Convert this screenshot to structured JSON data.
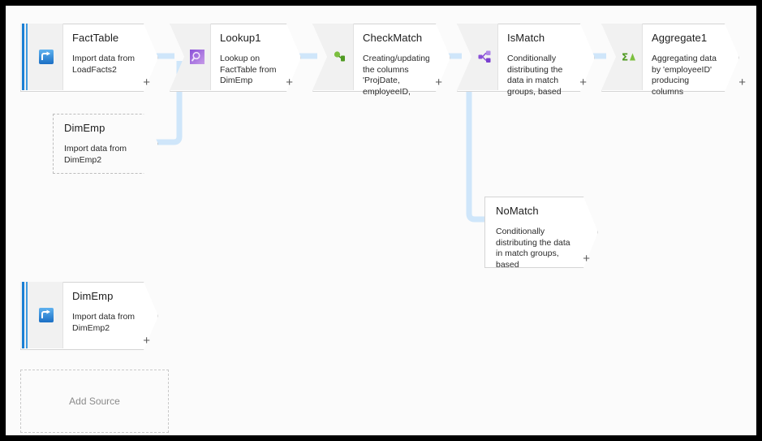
{
  "canvas": {
    "background": "#fbfbfb",
    "frame_color": "#000000",
    "connector_color": "#cfe6fa",
    "source_stripe_color": "#1a7fd4"
  },
  "nodes": [
    {
      "id": "facttable",
      "kind": "source",
      "title": "FactTable",
      "description": "Import data from LoadFacts2",
      "icon": "import-source-icon",
      "plus_label": "+"
    },
    {
      "id": "dimemp-ghost",
      "kind": "reference",
      "title": "DimEmp",
      "description": "Import data from DimEmp2",
      "icon": "none",
      "plus_label": ""
    },
    {
      "id": "lookup1",
      "kind": "transform",
      "title": "Lookup1",
      "description": "Lookup on FactTable from DimEmp",
      "icon": "lookup-icon",
      "plus_label": "+"
    },
    {
      "id": "checkmatch",
      "kind": "transform",
      "title": "CheckMatch",
      "description": "Creating/updating the columns 'ProjDate, employeeID,",
      "icon": "derived-column-icon",
      "plus_label": "+"
    },
    {
      "id": "ismatch",
      "kind": "transform",
      "title": "IsMatch",
      "description": "Conditionally distributing the data in match groups, based",
      "icon": "conditional-split-icon",
      "plus_label": "+"
    },
    {
      "id": "aggregate1",
      "kind": "transform",
      "title": "Aggregate1",
      "description": "Aggregating data by 'employeeID' producing columns",
      "icon": "aggregate-icon",
      "plus_label": "+"
    },
    {
      "id": "nomatch",
      "kind": "branch",
      "title": "NoMatch",
      "description": "Conditionally distributing the data in match groups, based",
      "icon": "none",
      "plus_label": "+"
    },
    {
      "id": "dimemp-source",
      "kind": "source",
      "title": "DimEmp",
      "description": "Import data from DimEmp2",
      "icon": "import-source-icon",
      "plus_label": "+"
    }
  ],
  "add_source": {
    "label": "Add Source"
  }
}
